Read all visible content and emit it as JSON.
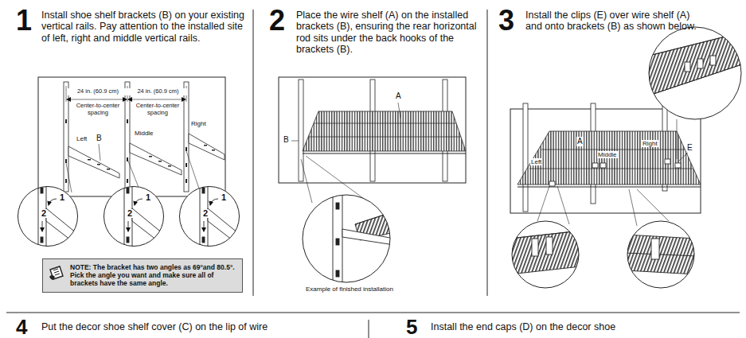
{
  "diagram": {
    "nodes": [
      {
        "text": [
          "1",
          "2"
        ]
      },
      {
        "text": [
          "1",
          "2"
        ]
      },
      {
        "text": [
          "1",
          "2"
        ]
      },
      {
        "text": [
          "NOTE:",
          "The bracket has two angles as 69°and 80.5°. Pick the angle you want and make sure all of brackets have the same angle."
        ]
      }
    ],
    "labels": [
      "1",
      "Install shoe shelf brackets (B) on your existing vertical rails. Pay attention to the installed site of left, right and middle vertical rails.",
      "24 in. (60.9 cm)",
      "24 in. (60.9 cm)",
      "Center-to-center spacing",
      "Center-to-center spacing",
      "Right",
      "Middle",
      "Left",
      "B",
      "2",
      "Place the wire shelf (A) on the installed brackets (B), ensuring the rear horizontal rod sits under the back hooks of the brackets (B).",
      "A",
      "B",
      "Example of finished installation",
      "3",
      "Install the clips (E) over wire shelf (A) and onto brackets (B) as shown below.",
      "A",
      "Middle",
      "Right",
      "E",
      "Left",
      "4",
      "Put the decor shoe shelf cover (C) on the lip of wire",
      "5",
      "Install the end caps (D) on the decor shoe"
    ]
  }
}
